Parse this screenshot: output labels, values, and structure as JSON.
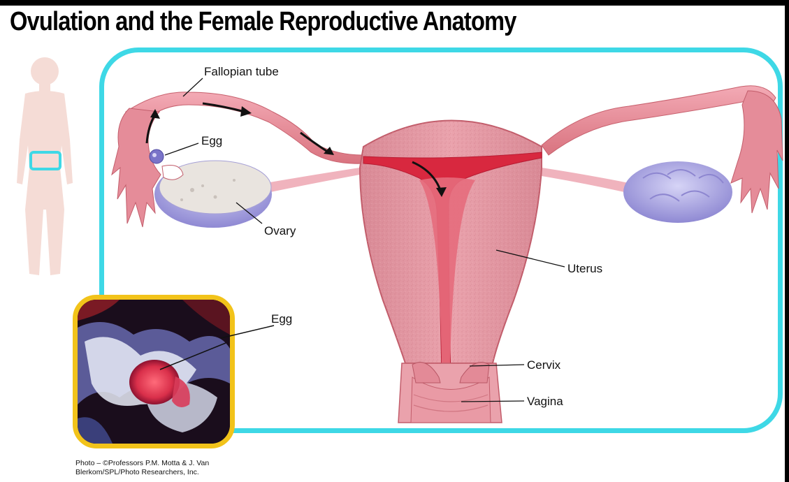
{
  "title": "Ovulation and the Female Reproductive Anatomy",
  "labels": {
    "fallopian_tube": "Fallopian tube",
    "egg_top": "Egg",
    "ovary": "Ovary",
    "uterus": "Uterus",
    "egg_photo": "Egg",
    "cervix": "Cervix",
    "vagina": "Vagina"
  },
  "credit": {
    "line1": "Photo – ©Professors P.M. Motta & J. Van",
    "line2": "Blerkom/SPL/Photo Researchers, Inc."
  },
  "colors": {
    "frame": "#3ed8e6",
    "inset_frame": "#f2c31a",
    "tissue": "#e89aa6",
    "ovary": "#b7b3e6",
    "locator": "#3ed8e6"
  }
}
